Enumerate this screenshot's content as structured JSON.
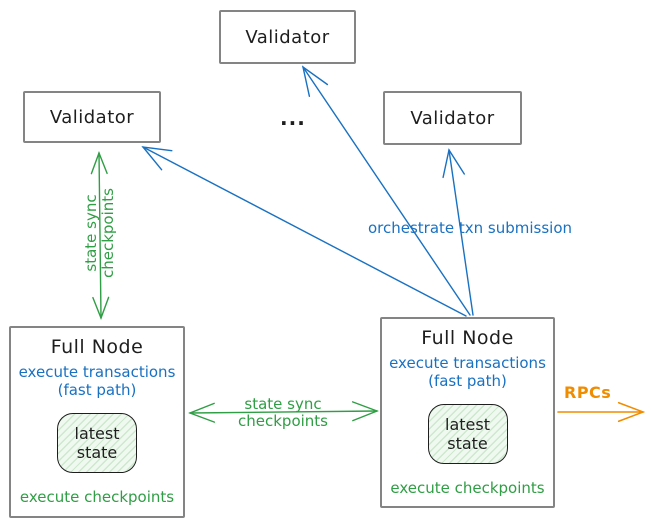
{
  "validators": {
    "top": {
      "label": "Validator"
    },
    "left": {
      "label": "Validator"
    },
    "right": {
      "label": "Validator"
    },
    "ellipsis": "..."
  },
  "full_nodes": {
    "left": {
      "title": "Full Node",
      "fast_line1": "execute transactions",
      "fast_line2": "(fast path)",
      "state_line1": "latest",
      "state_line2": "state",
      "footer": "execute checkpoints"
    },
    "right": {
      "title": "Full Node",
      "fast_line1": "execute transactions",
      "fast_line2": "(fast path)",
      "state_line1": "latest",
      "state_line2": "state",
      "footer": "execute checkpoints"
    }
  },
  "edges": {
    "validator_sync": {
      "line1": "state sync",
      "line2": "checkpoints"
    },
    "fullnode_sync": {
      "line1": "state sync",
      "line2": "checkpoints"
    },
    "orchestrate": {
      "label": "orchestrate txn submission"
    },
    "rpcs": {
      "label": "RPCs"
    }
  },
  "colors": {
    "blue": "#1971c2",
    "green": "#2f9e44",
    "orange": "#f08c00",
    "box_border": "#848484",
    "text": "#1e1e1e",
    "state_fill": "#f0f9f0",
    "state_hatch": "#cde8cf"
  }
}
